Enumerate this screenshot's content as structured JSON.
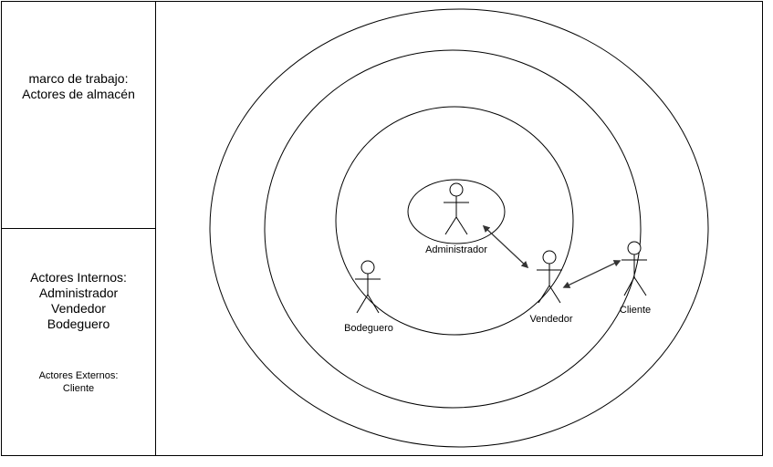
{
  "left_panel": {
    "frame": {
      "line1": "marco de trabajo:",
      "line2": "Actores de almacén"
    },
    "internal": {
      "heading": "Actores Internos:",
      "items": [
        "Administrador",
        "Vendedor",
        "Bodeguero"
      ]
    },
    "external": {
      "heading": "Actores Externos:",
      "items": [
        "Cliente"
      ]
    }
  },
  "actors": {
    "administrador": "Administrador",
    "vendedor": "Vendedor",
    "bodeguero": "Bodeguero",
    "cliente": "Cliente"
  },
  "colors": {
    "stroke": "#000000",
    "arrow": "#333333",
    "outer_ring_stroke": "#b0b0b0"
  }
}
